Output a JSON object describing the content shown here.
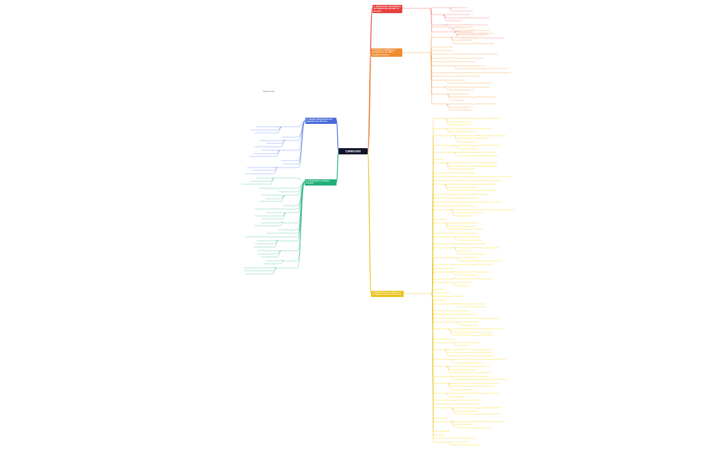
{
  "central": {
    "title": "CIRROSIS HEPÁTICA"
  },
  "floating_label": "Referencias",
  "branches": [
    {
      "id": "b1",
      "label": "1. Alteraciones histológicas del hígado que afectan su función",
      "color": "#e84040",
      "side": "right"
    },
    {
      "id": "b2",
      "label": "2. Factores etiológicos y mecanismos de daño hepático crónico",
      "color": "#f08a30",
      "side": "right"
    },
    {
      "id": "b3",
      "label": "3. Manifestaciones clínicas y complicaciones de la cirrosis",
      "color": "#e8c21a",
      "side": "right"
    },
    {
      "id": "b4",
      "label": "4. Estudio diagnóstico del paciente con cirrosis",
      "color": "#4a6bd8",
      "side": "left"
    },
    {
      "id": "b5",
      "label": "5. Tratamiento y manejo integral",
      "color": "#22b07a",
      "side": "left"
    }
  ],
  "icons": {
    "branch_bullet": "dot-icon"
  }
}
